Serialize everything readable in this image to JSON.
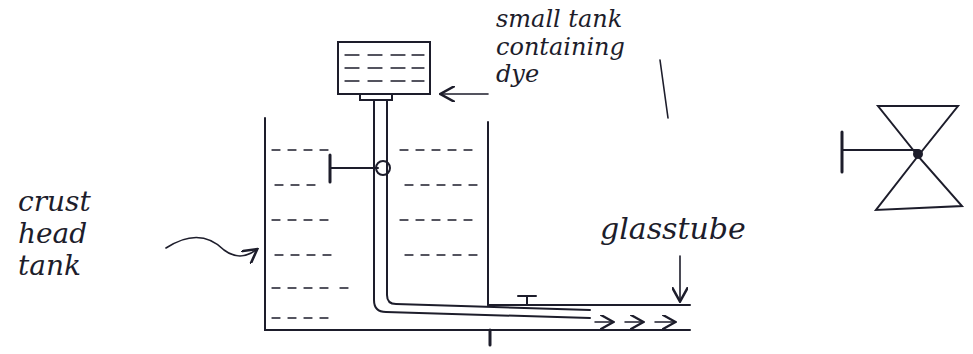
{
  "diagram": {
    "labels": [
      "small tank containing dye",
      "crust head tank",
      "glasstube"
    ]
  }
}
